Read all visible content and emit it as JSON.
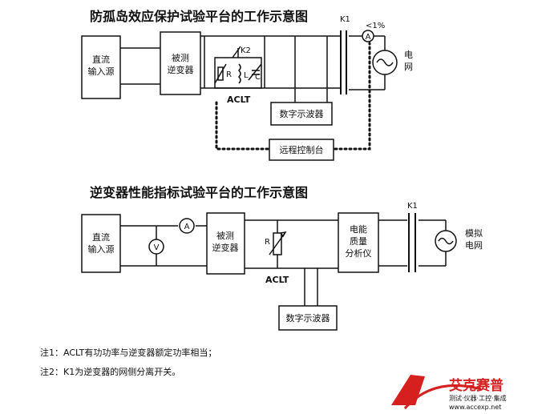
{
  "diagram1": {
    "title": "防孤岛效应保护试验平台的工作示意图",
    "dc_source": [
      "直流",
      "输入源"
    ],
    "inverter": [
      "被测",
      "逆变器"
    ],
    "k2": "K2",
    "r": "R",
    "l": "L",
    "c": "C",
    "aclt": "ACLT",
    "oscilloscope": "数字示波器",
    "remote": "远程控制台",
    "k1": "K1",
    "ammeter": "A",
    "threshold": "<1%",
    "grid": [
      "电",
      "网"
    ]
  },
  "diagram2": {
    "title": "逆变器性能指标试验平台的工作示意图",
    "dc_source": [
      "直流",
      "输入源"
    ],
    "voltmeter": "V",
    "ammeter": "A",
    "inverter": [
      "被测",
      "逆变器"
    ],
    "r": "R",
    "aclt": "ACLT",
    "analyzer": [
      "电能",
      "质量",
      "分析仪"
    ],
    "k1": "K1",
    "grid": [
      "模拟",
      "电网"
    ],
    "oscilloscope": "数字示波器"
  },
  "notes": [
    "注1：ACLT有功功率与逆变器额定功率相当；",
    "注2：K1为逆变器的网侧分离开关。"
  ],
  "logo": {
    "name": "艾克赛普",
    "tagline": "测试·仪器·工控·集成",
    "url": "www.accexp.net",
    "color": "#d62020"
  }
}
